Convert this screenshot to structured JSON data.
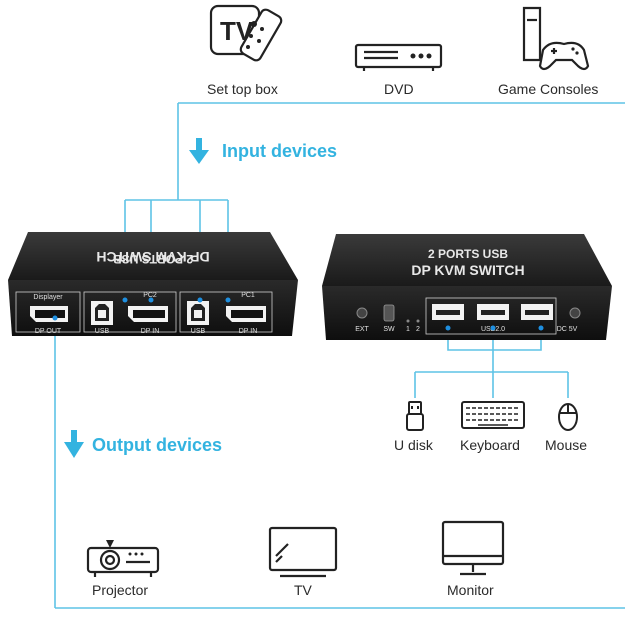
{
  "colors": {
    "line": "#5ec3e6",
    "arrow": "#33b3e0",
    "device_body": "#1d1d1d",
    "device_top": "#2b2b2b",
    "port_highlight": "#1e8fe0"
  },
  "input_devices": {
    "heading": "Input devices",
    "items": [
      {
        "label": "Set top box",
        "icon": "tv-remote-icon"
      },
      {
        "label": "DVD",
        "icon": "dvd-player-icon"
      },
      {
        "label": "Game Consoles",
        "icon": "game-console-icon"
      }
    ]
  },
  "output_devices": {
    "heading": "Output devices",
    "items": [
      {
        "label": "Projector",
        "icon": "projector-icon"
      },
      {
        "label": "TV",
        "icon": "tv-icon"
      },
      {
        "label": "Monitor",
        "icon": "monitor-icon"
      }
    ]
  },
  "usb_devices": {
    "items": [
      {
        "label": "U disk",
        "icon": "usb-disk-icon"
      },
      {
        "label": "Keyboard",
        "icon": "keyboard-icon"
      },
      {
        "label": "Mouse",
        "icon": "mouse-icon"
      }
    ]
  },
  "switch_left": {
    "title_line1": "2 PORTS USB",
    "title_line2": "DP KVM SWITCH",
    "ports": {
      "displayer": "Displayer",
      "dp_out": "DP OUT",
      "usb_a": "USB",
      "pc2": "PC2",
      "dp_in_a": "DP IN",
      "usb_b": "USB",
      "pc1": "PC1",
      "dp_in_b": "DP IN"
    }
  },
  "switch_right": {
    "title_line1": "2 PORTS USB",
    "title_line2": "DP KVM SWITCH",
    "ports": {
      "ext": "EXT",
      "sw": "SW",
      "led1": "1",
      "led2": "2",
      "usb": "USB2.0",
      "dc": "DC 5V"
    }
  }
}
